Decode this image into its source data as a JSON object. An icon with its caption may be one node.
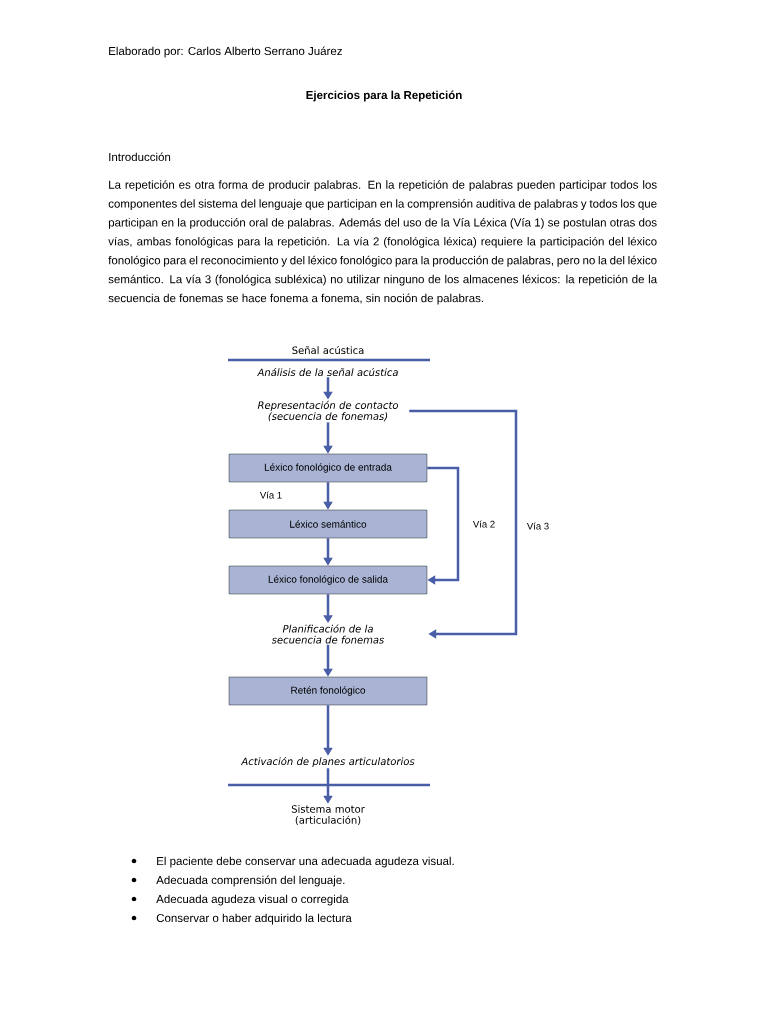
{
  "diagram": {
    "title": "Ejercicios para la Repetición",
    "nodes": [
      {
        "text": [
          "Señal acústica"
        ]
      },
      {
        "text": [
          "Análisis de la señal acústica"
        ]
      },
      {
        "text": [
          "Representación de contacto (secuencia de fonemas)"
        ]
      },
      {
        "text": [
          "Léxico fonológico de entrada"
        ]
      },
      {
        "text": [
          "Léxico semántico"
        ]
      },
      {
        "text": [
          "Léxico fonológico de salida"
        ]
      },
      {
        "text": [
          "Planificación de la secuencia de fonemas"
        ]
      },
      {
        "text": [
          "Retén fonológico"
        ]
      },
      {
        "text": [
          "Activación de planes articulatorios"
        ]
      },
      {
        "text": [
          "Sistema motor (articulación)"
        ]
      }
    ],
    "edges": [
      {
        "from": 1,
        "to": 2,
        "arrow": "to"
      },
      {
        "from": 2,
        "to": 3,
        "arrow": "to"
      },
      {
        "from": 3,
        "to": 4,
        "arrow": "to",
        "label": "Vía 1"
      },
      {
        "from": 4,
        "to": 5,
        "arrow": "to"
      },
      {
        "from": 3,
        "to": 5,
        "arrow": "to",
        "label": "Vía 2"
      },
      {
        "from": 2,
        "to": 6,
        "arrow": "to",
        "label": "Vía 3"
      },
      {
        "from": 5,
        "to": 6,
        "arrow": "to"
      },
      {
        "from": 6,
        "to": 7,
        "arrow": "to"
      },
      {
        "from": 7,
        "to": 8,
        "arrow": "to"
      },
      {
        "from": 8,
        "to": 9,
        "arrow": "to"
      }
    ],
    "labels": [
      "Elaborado por: Carlos Alberto Serrano Juárez",
      "Introducción",
      "La repetición es otra forma de producir palabras. En la repetición de palabras pueden participar todos los componentes del sistema del lenguaje que participan en la comprensión auditiva de palabras y todos los que participan en la producción oral de palabras. Además del uso de la Vía Léxica (Vía 1) se postulan otras dos vías, ambas fonológicas para la repetición. La vía 2 (fonológica léxica) requiere la participación del léxico fonológico para el reconocimiento y del léxico fonológico para la producción de palabras, pero no la del léxico semántico. La vía 3 (fonológica subléxica) no utilizar ninguno de los almacenes léxicos: la repetición de la secuencia de fonemas se hace fonema a fonema, sin noción de palabras.",
      "El paciente debe conservar una adecuada agudeza visual.",
      "Adecuada comprensión del lenguaje.",
      "Adecuada agudeza visual o corregida",
      "Conservar o haber adquirido la lectura"
    ]
  }
}
